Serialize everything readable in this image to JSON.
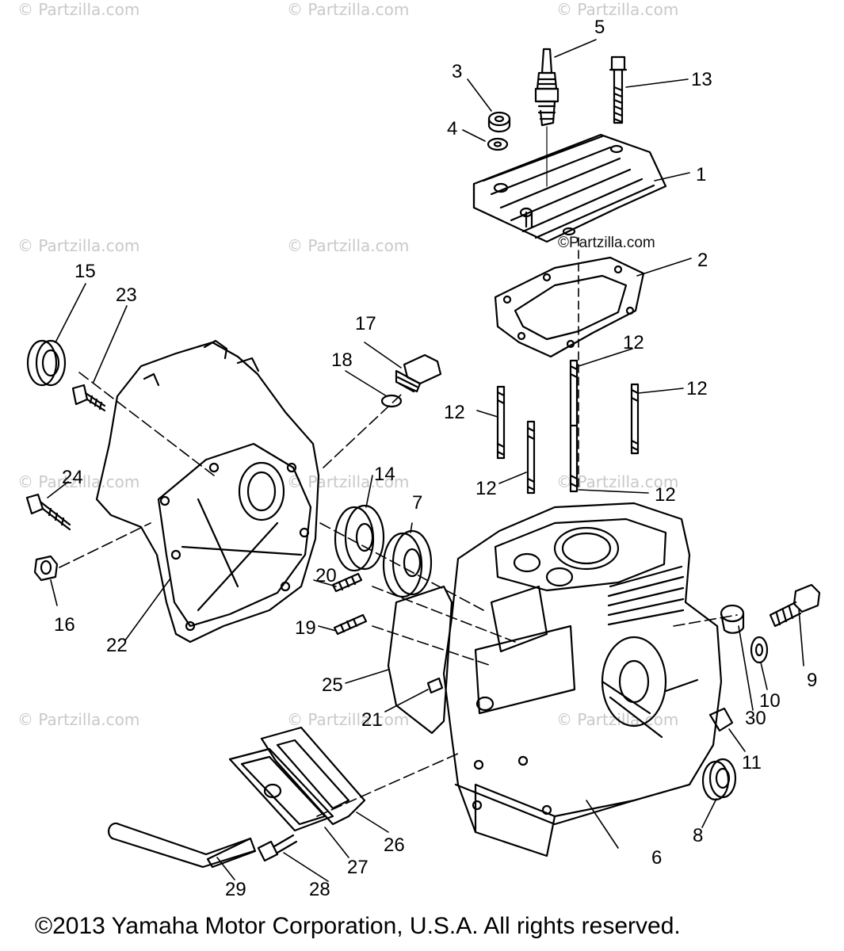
{
  "watermark": "© Partzilla.com",
  "watermark_main": "©Partzilla.com",
  "copyright": "©2013  Yamaha Motor Corporation, U.S.A. All rights reserved.",
  "callouts": [
    "1",
    "2",
    "3",
    "4",
    "5",
    "6",
    "7",
    "8",
    "9",
    "10",
    "11",
    "12",
    "12",
    "12",
    "12",
    "12",
    "13",
    "14",
    "15",
    "16",
    "17",
    "18",
    "19",
    "20",
    "21",
    "22",
    "23",
    "24",
    "25",
    "26",
    "27",
    "28",
    "29",
    "30"
  ]
}
